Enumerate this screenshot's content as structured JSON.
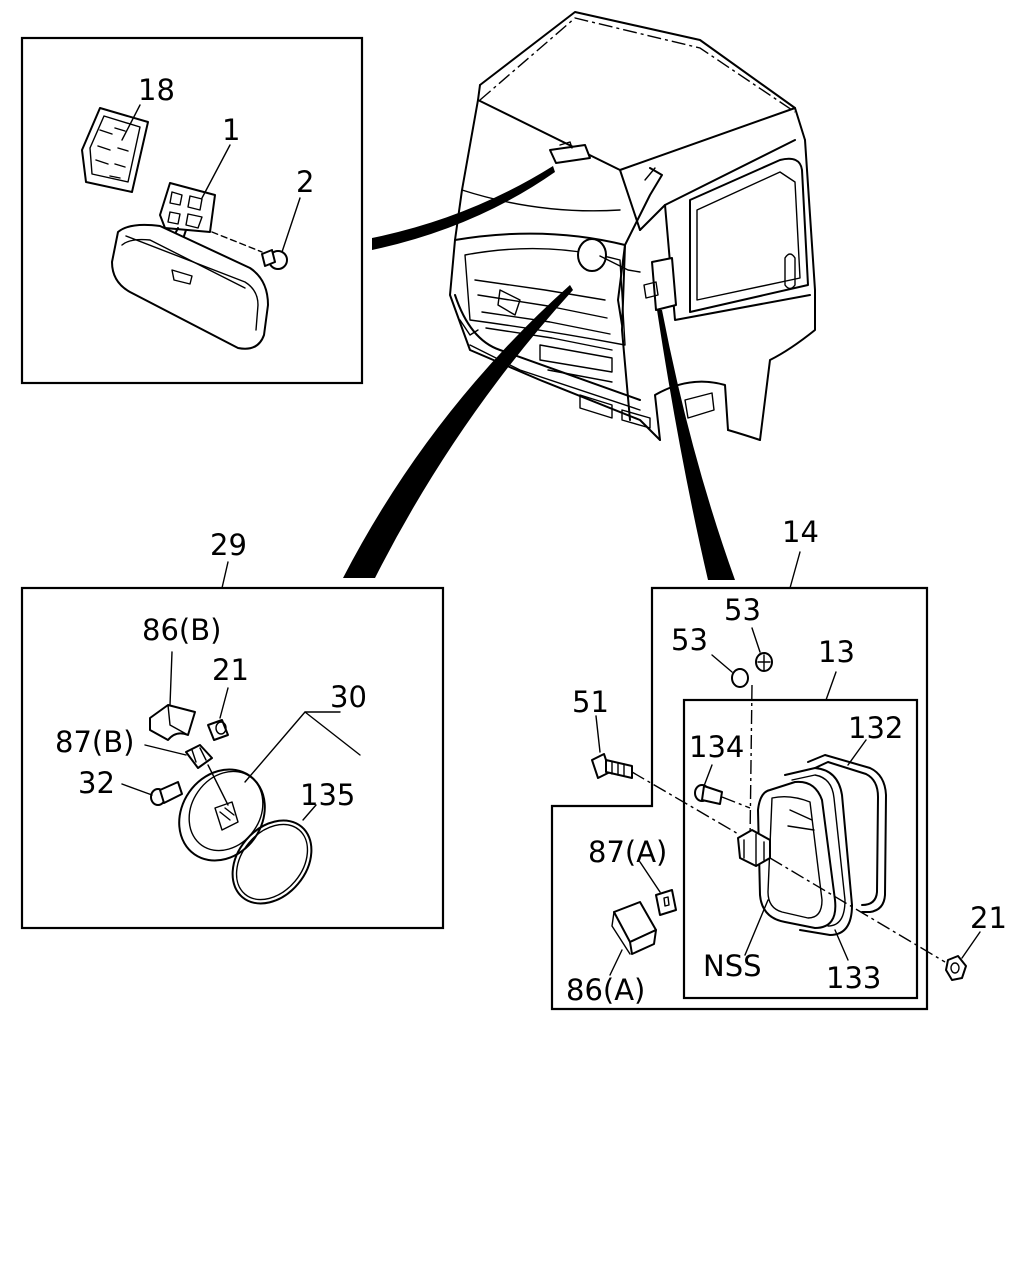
{
  "labels": {
    "l18": "18",
    "l1": "1",
    "l2": "2",
    "l29": "29",
    "l86b": "86(B)",
    "l21a": "21",
    "l30": "30",
    "l87b": "87(B)",
    "l32": "32",
    "l135": "135",
    "l14": "14",
    "l53a": "53",
    "l53b": "53",
    "l13": "13",
    "l51": "51",
    "l134": "134",
    "l132": "132",
    "l87a": "87(A)",
    "l21b": "21",
    "lnss": "NSS",
    "l133": "133",
    "l86a": "86(A)"
  }
}
